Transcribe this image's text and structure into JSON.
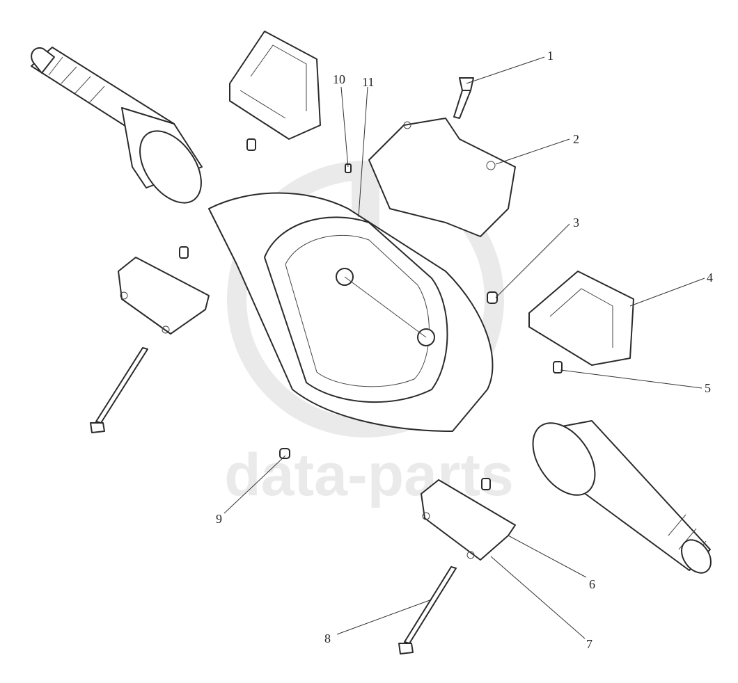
{
  "watermark": {
    "brand_text": "data-parts",
    "color": "#d9d9d9"
  },
  "diagram": {
    "callouts": [
      {
        "num": "1"
      },
      {
        "num": "2"
      },
      {
        "num": "3"
      },
      {
        "num": "4"
      },
      {
        "num": "5"
      },
      {
        "num": "6"
      },
      {
        "num": "7"
      },
      {
        "num": "8"
      },
      {
        "num": "9"
      },
      {
        "num": "10"
      },
      {
        "num": "11"
      }
    ]
  }
}
